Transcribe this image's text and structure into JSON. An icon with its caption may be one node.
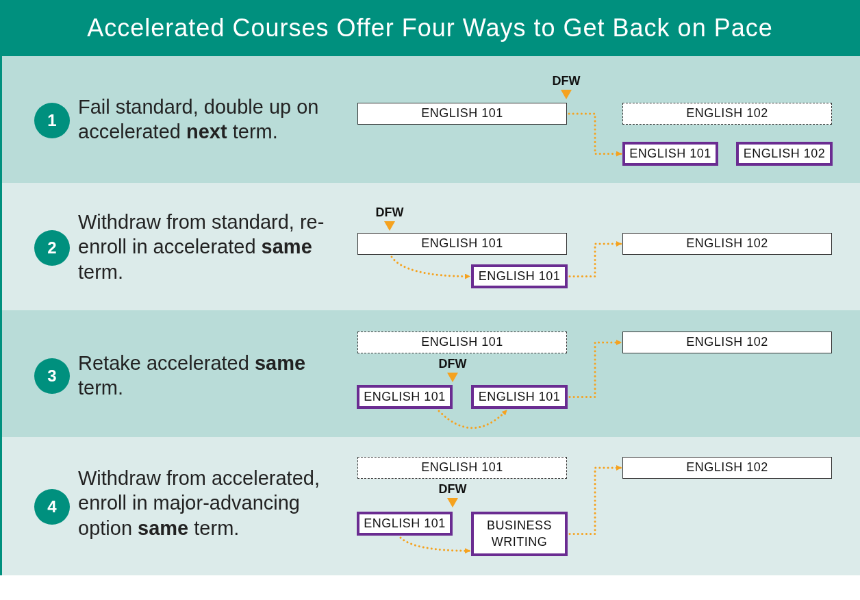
{
  "diagram": {
    "title": "Accelerated Courses Offer Four Ways to Get Back on Pace",
    "nodes": [
      {
        "text": [
          "1"
        ],
        "beside": [
          "Fail standard, double up on accelerated **next** term."
        ]
      },
      {
        "text": [
          "ENGLISH 101"
        ]
      },
      {
        "text": [
          "ENGLISH 102"
        ]
      },
      {
        "text": [
          "ENGLISH 101"
        ]
      },
      {
        "text": [
          "ENGLISH 102"
        ]
      },
      {
        "text": [
          "2"
        ],
        "beside": [
          "Withdraw from standard, re-enroll in accelerated **same** term."
        ]
      },
      {
        "text": [
          "ENGLISH 101"
        ]
      },
      {
        "text": [
          "ENGLISH 102"
        ]
      },
      {
        "text": [
          "ENGLISH 101"
        ]
      },
      {
        "text": [
          "3"
        ],
        "beside": [
          "Retake accelerated **same** term."
        ]
      },
      {
        "text": [
          "ENGLISH 101"
        ]
      },
      {
        "text": [
          "ENGLISH 102"
        ]
      },
      {
        "text": [
          "ENGLISH 101"
        ]
      },
      {
        "text": [
          "ENGLISH 101"
        ]
      },
      {
        "text": [
          "4"
        ],
        "beside": [
          "Withdraw from accelerated, enroll in major-advancing option **same** term."
        ]
      },
      {
        "text": [
          "ENGLISH 101"
        ]
      },
      {
        "text": [
          "ENGLISH 102"
        ]
      },
      {
        "text": [
          "ENGLISH 101"
        ]
      },
      {
        "text": [
          "BUSINESS WRITING"
        ]
      }
    ],
    "edges": [
      {
        "from": 1,
        "to": 3,
        "arrow": "to"
      },
      {
        "from": 6,
        "to": 8,
        "arrow": "to"
      },
      {
        "from": 8,
        "to": 7,
        "arrow": "to"
      },
      {
        "from": 12,
        "to": 13,
        "arrow": "to"
      },
      {
        "from": 13,
        "to": 11,
        "arrow": "to"
      },
      {
        "from": 17,
        "to": 18,
        "arrow": "to"
      },
      {
        "from": 18,
        "to": 16,
        "arrow": "to"
      }
    ],
    "labels": [
      "DFW",
      "DFW",
      "DFW",
      "DFW"
    ]
  }
}
